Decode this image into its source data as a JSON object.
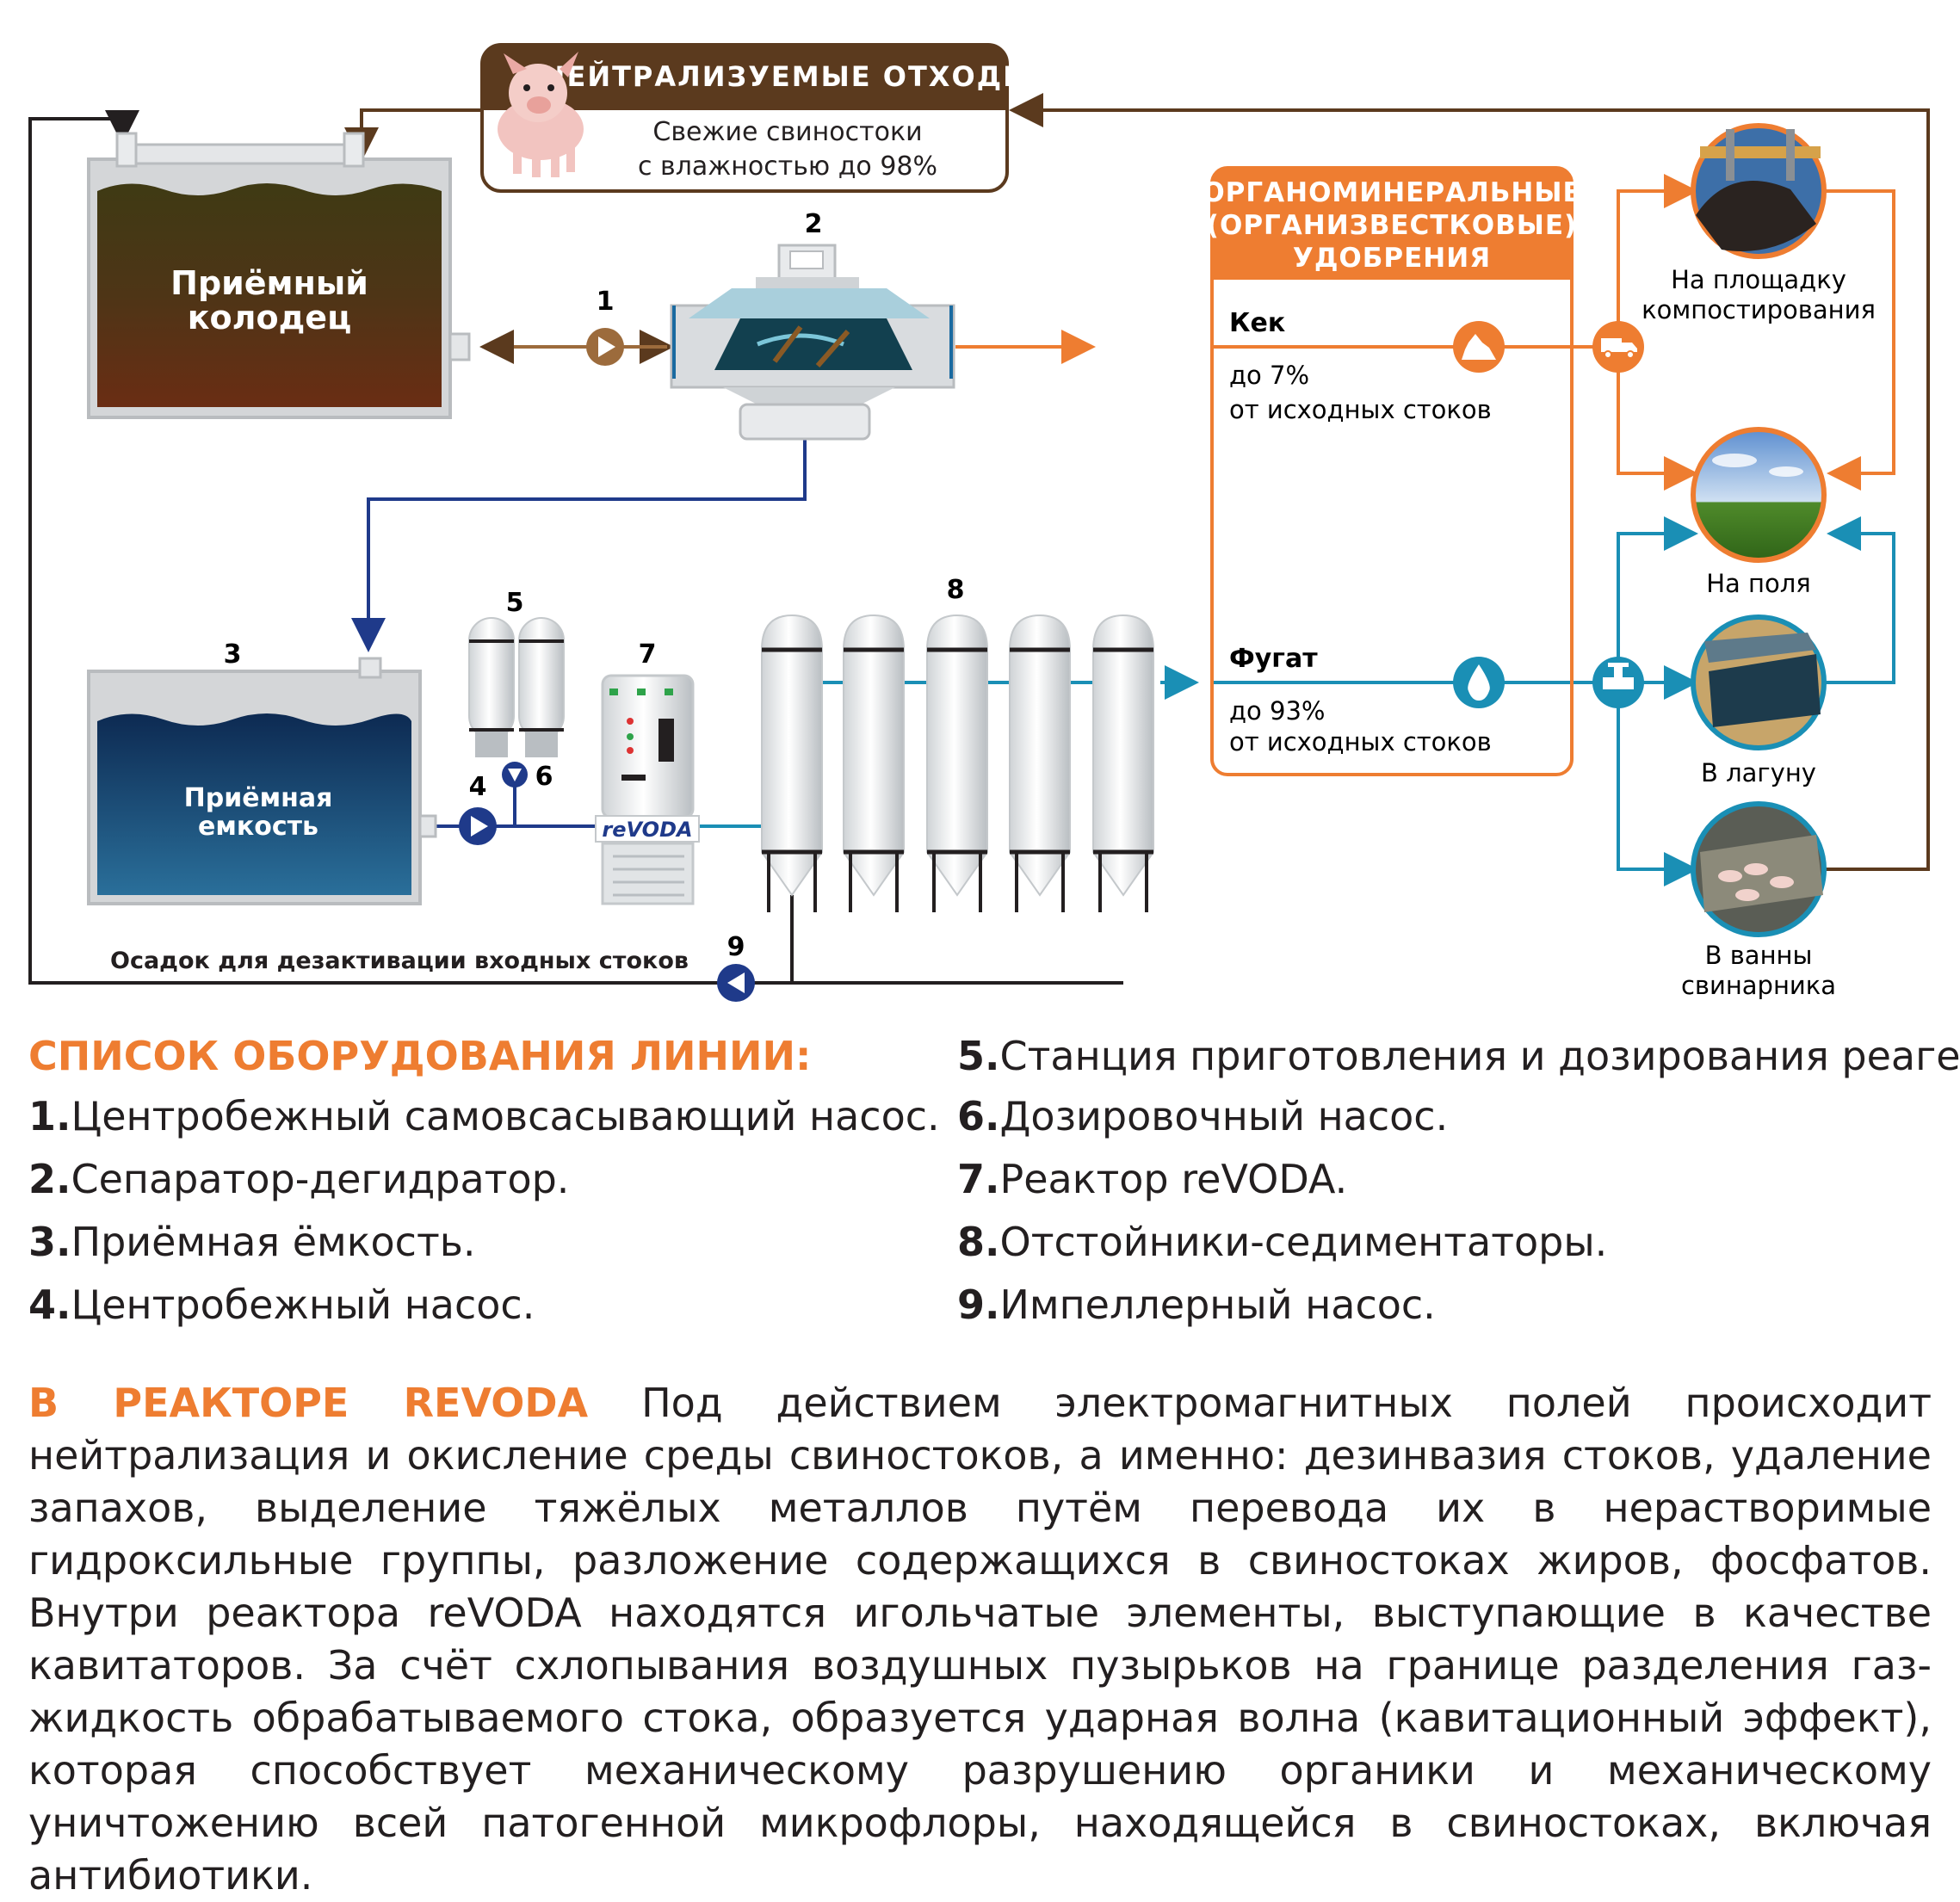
{
  "waste_box": {
    "title": "НЕЙТРАЛИЗУЕМЫЕ ОТХОДЫ",
    "line1": "Свежие свиностоки",
    "line2": "с влажностью до 98%"
  },
  "well": {
    "line1": "Приёмный",
    "line2": "колодец"
  },
  "tank": {
    "line1": "Приёмная",
    "line2": "емкость"
  },
  "fertilizer": {
    "line1": "ОРГАНОМИНЕРАЛЬНЫЕ",
    "line2": "(ОРГАНИЗВЕСТКОВЫЕ)",
    "line3": "УДОБРЕНИЯ",
    "cake_label": "Кек",
    "cake_line1": "до 7%",
    "cake_line2": "от исходных стоков",
    "fugate_label": "Фугат",
    "fugate_line1": "до 93%",
    "fugate_line2": "от исходных стоков"
  },
  "destinations": {
    "compost_line1": "На площадку",
    "compost_line2": "компостирования",
    "fields": "На поля",
    "lagoon": "В лагуну",
    "baths_line1": "В ванны",
    "baths_line2": "свинарника"
  },
  "reactor_logo": "reVODA",
  "sediment_label": "Осадок для дезактивации входных стоков",
  "callouts": [
    "1",
    "2",
    "3",
    "4",
    "5",
    "6",
    "7",
    "8",
    "9"
  ],
  "equipment": {
    "header": "СПИСОК ОБОРУДОВАНИЯ ЛИНИИ:",
    "items": [
      {
        "num": "1.",
        "text": "Центробежный самовсасывающий насос."
      },
      {
        "num": "2.",
        "text": "Сепаратор-дегидратор."
      },
      {
        "num": "3.",
        "text": "Приёмная ёмкость."
      },
      {
        "num": "4.",
        "text": "Центробежный насос."
      },
      {
        "num": "5.",
        "text": "Станция приготовления и дозирования реагента."
      },
      {
        "num": "6.",
        "text": "Дозировочный насос."
      },
      {
        "num": "7.",
        "text": "Реактор reVODA."
      },
      {
        "num": "8.",
        "text": "Отстойники-седиментаторы."
      },
      {
        "num": "9.",
        "text": "Импеллерный насос."
      }
    ]
  },
  "description": {
    "lead": "В РЕАКТОРЕ REVODA",
    "body": "Под действием электромагнитных полей происходит нейтрализация и окис­ление среды свиностоков, а именно: дезинвазия стоков, удаление запахов, выделение тяжёлых ме­таллов путём перевода их в нерастворимые гидроксильные группы, разложение содержащихся в свиностоках жиров, фосфатов. Внутри реактора reVODA находятся игольчатые элементы, выступа­ющие в качестве кавитаторов. За счёт схлопывания воздушных пузырьков на границе разделения газ-жидкость обрабатываемого стока, образуется ударная волна (кавитационный эффект), которая способствует механическому разрушению органики и механическому уничтожению всей патоген­ной микрофлоры, находящейся в свиностоках, включая антибиотики."
  },
  "colors": {
    "brown": "#5b3a1e",
    "orange": "#ee7d31",
    "navy": "#1f3a8a",
    "teal": "#1a8fb5",
    "dark": "#231f20"
  }
}
